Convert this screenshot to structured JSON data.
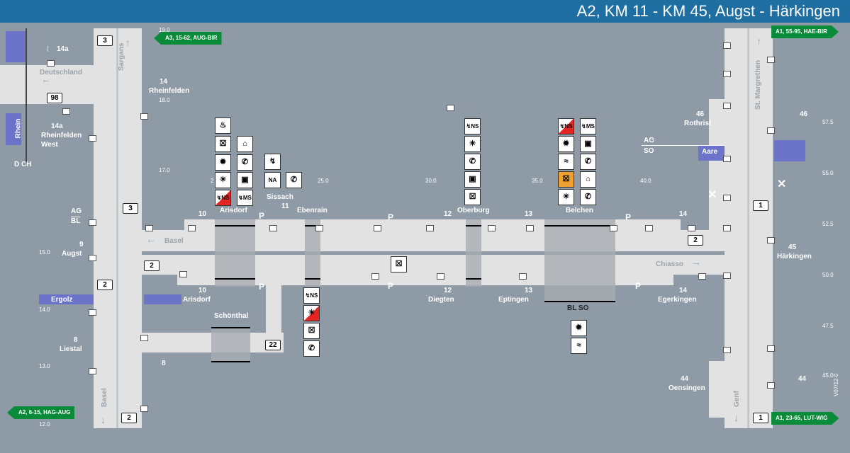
{
  "title": "A2, KM 11 - KM 45, Augst - Härkingen",
  "signs": {
    "a3_top": "A3, 15-62, AUG-BIR",
    "a1_top": "A1, 55-95, HAE-BIR",
    "a2_bottom": "A2, 6-15, HAG-AUG",
    "a1_bottom": "A1, 23-65, LUT-WIG"
  },
  "roads": {
    "r3": "3",
    "r98": "98",
    "r2": "2",
    "r22": "22",
    "r1": "1"
  },
  "places": {
    "deutschland": "Deutschland",
    "rhein": "Rhein",
    "d_ch": "D CH",
    "ag": "AG",
    "bl": "BL",
    "so": "SO",
    "bl_so": "BL SO",
    "ag_so_ag": "AG",
    "ag_so_so": "SO",
    "aare": "Aare",
    "ergolz": "Ergolz",
    "sargans": "Sargans",
    "basel_v": "Basel",
    "basel_arrow": "Basel",
    "chiasso": "Chiasso",
    "st_margrethen": "St. Margrethen",
    "genf": "Genf"
  },
  "exits": {
    "e14a_top": "14a",
    "e14_rh": "14",
    "rheinfelden": "Rheinfelden",
    "e14a_w": "14a",
    "rheinfelden_w1": "Rheinfelden",
    "rheinfelden_w2": "West",
    "e9": "9",
    "augst": "Augst",
    "e10a": "10",
    "arisdorf_a": "Arisdorf",
    "e10b": "10",
    "arisdorf_b": "Arisdorf",
    "e8a": "8",
    "liestal": "Liestal",
    "e8b": "8",
    "e11": "11",
    "sissach": "Sissach",
    "ebenrain": "Ebenrain",
    "schoenthal": "Schönthal",
    "e12a": "12",
    "e12b": "12",
    "diegten": "Diegten",
    "oberburg": "Oberburg",
    "e13a": "13",
    "e13b": "13",
    "eptingen": "Eptingen",
    "belchen": "Belchen",
    "e14a_r": "14",
    "e14b_r": "14",
    "egerkingen": "Egerkingen",
    "e46a": "46",
    "rothrist": "Rothrist",
    "e46b": "46",
    "e45": "45",
    "haerkingen": "Härkingen",
    "e44a": "44",
    "oensingen": "Oensingen",
    "e44b": "44"
  },
  "km_left": [
    "19.0",
    "18.0",
    "17.0",
    "15.0",
    "14.0",
    "13.0",
    "12.0"
  ],
  "km_mid": [
    "2",
    "25.0",
    "30.0",
    "35.0",
    "40.0"
  ],
  "km_right": [
    "57.5",
    "55.0",
    "52.5",
    "50.0",
    "47.5",
    "45.0"
  ],
  "parking": "P",
  "icon_text": {
    "ns": "NS",
    "ms": "MS",
    "na": "NA"
  },
  "version": "V07/12-0"
}
